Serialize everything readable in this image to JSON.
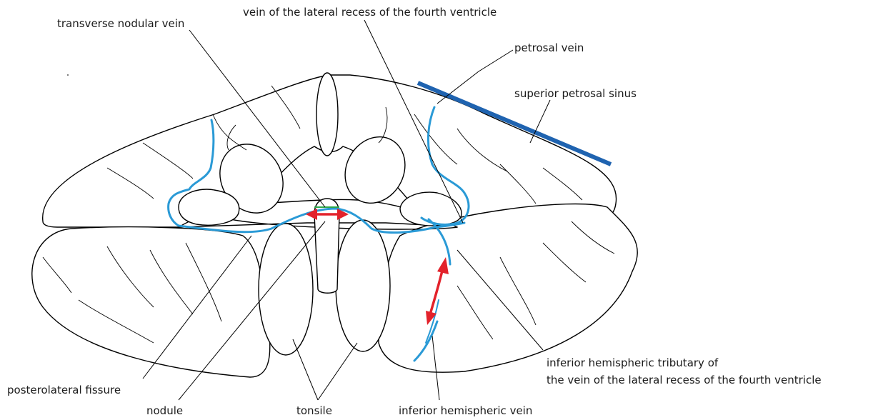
{
  "labels": {
    "vein_lateral_recess": "vein of the lateral recess of the fourth ventricle",
    "transverse_nodular_vein": "transverse nodular vein",
    "petrosal_vein": "petrosal vein",
    "superior_petrosal_sinus": "superior petrosal sinus",
    "inferior_hemispheric_tributary_line1": "inferior hemispheric tributary of",
    "inferior_hemispheric_tributary_line2": "the vein of the lateral recess of the fourth ventricle",
    "posterolateral_fissure": "posterolateral fissure",
    "nodule": "nodule",
    "tonsile": "tonsile",
    "inferior_hemispheric_vein": "inferior hemispheric vein"
  },
  "colors": {
    "vein": "#2a9ad6",
    "sinus": "#1f63b0",
    "arrow": "#e3222b",
    "green_line": "#2ea84a",
    "outline": "#000000"
  }
}
